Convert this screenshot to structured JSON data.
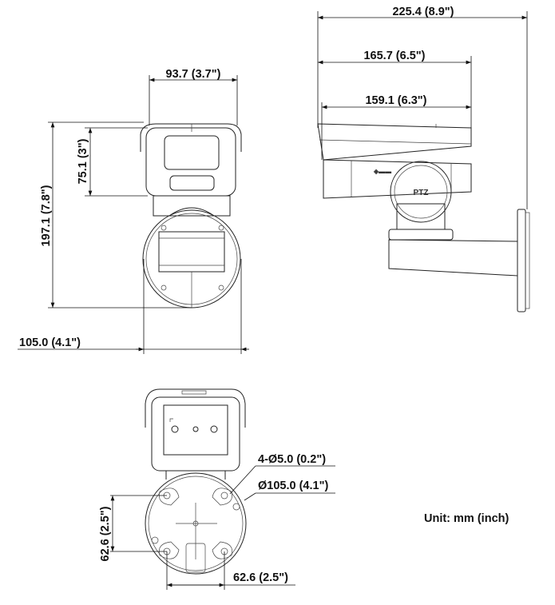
{
  "title": "Camera dimension drawing",
  "front_view": {
    "width_label": "93.7 (3.7\")",
    "housing_height_label": "75.1 (3\")",
    "total_height_label": "197.1 (7.8\")",
    "base_width_label": "105.0 (4.1\")"
  },
  "side_view": {
    "total_length_label": "225.4 (8.9\")",
    "shield_length_label": "165.7 (6.5\")",
    "housing_length_label": "159.1 (6.3\")",
    "ptz_marking": "PTZ"
  },
  "bottom_view": {
    "hole_label": "4-Ø5.0 (0.2\")",
    "diameter_label": "Ø105.0 (4.1\")",
    "vertical_spacing_label": "62.6 (2.5\")",
    "horizontal_spacing_label": "62.6 (2.5\")"
  },
  "unit_label": "Unit: mm (inch)"
}
